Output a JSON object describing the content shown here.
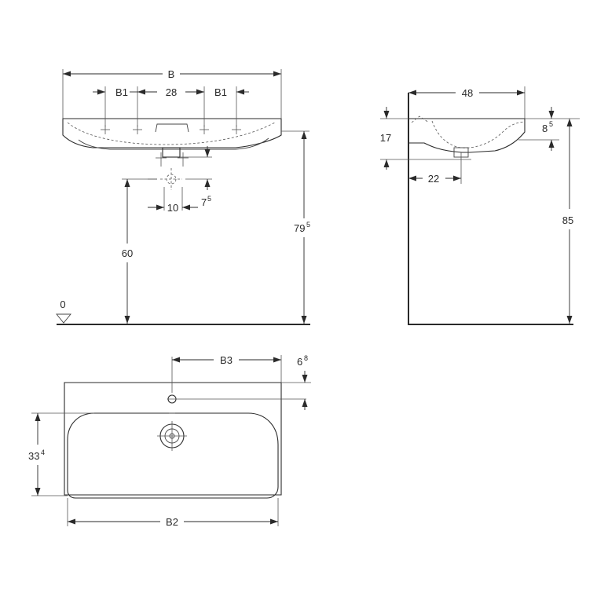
{
  "front_view": {
    "width_label": "B",
    "b1_left_label": "B1",
    "spacing_label": "28",
    "b1_right_label": "B1",
    "drain_offset_label": "10",
    "drain_depth_main": "7",
    "drain_depth_sup": "5",
    "drain_height_label": "60",
    "rim_height_main": "79",
    "rim_height_sup": "5",
    "floor_label": "0"
  },
  "side_view": {
    "depth_label": "48",
    "overall_thickness_label": "17",
    "rim_thickness_main": "8",
    "rim_thickness_sup": "5",
    "drain_offset_label": "22",
    "overall_height_label": "85"
  },
  "top_view": {
    "tap_hole_offset_label": "B3",
    "tap_hole_depth_main": "6",
    "tap_hole_depth_sup": "8",
    "bowl_depth_main": "33",
    "bowl_depth_sup": "4",
    "bowl_width_label": "B2"
  }
}
